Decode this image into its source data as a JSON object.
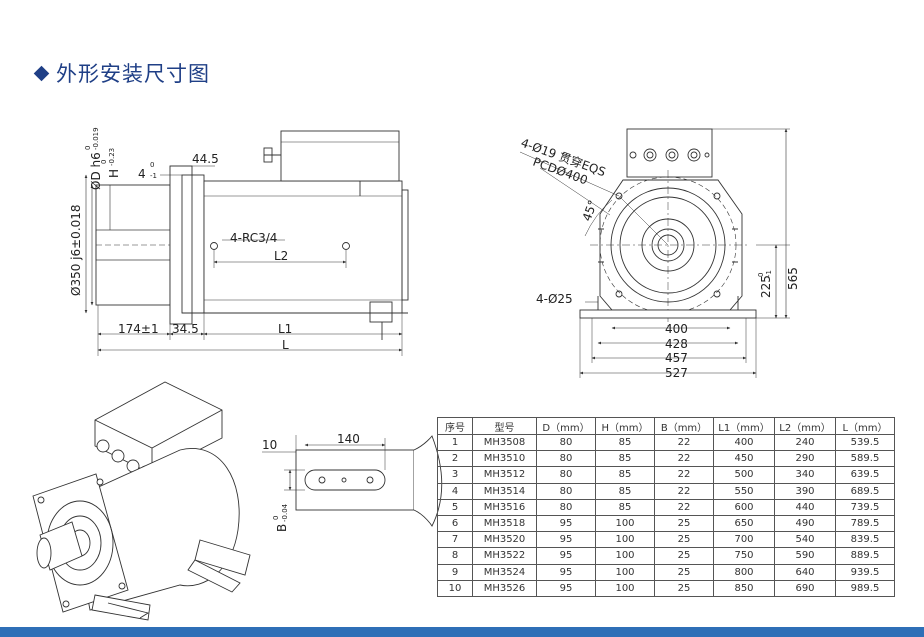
{
  "heading": {
    "title": "外形安装尺寸图"
  },
  "side_view": {
    "shaft_dia_label": "ØD h6",
    "shaft_dia_tol_upper": "0",
    "shaft_dia_tol_lower": "-0.019",
    "key_h_label": "H",
    "key_h_tol_upper": "0",
    "key_h_tol_lower": "-0.23",
    "flange_step_label": "4",
    "flange_step_tol_upper": "0",
    "flange_step_tol_lower": "-1",
    "dim_44_5": "44.5",
    "spigot_label": "Ø350 j6±0.018",
    "tap_label": "4-RC3/4",
    "l2_label": "L2",
    "dim_174": "174±1",
    "dim_34_5": "34.5",
    "l1_label": "L1",
    "l_label": "L"
  },
  "front_view": {
    "holes_label": "4-Ø19 贯穿EQS",
    "pcd_label": "PCDØ400",
    "angle_label": "45°",
    "foot_holes_label": "4-Ø25",
    "height_225": "225",
    "height_225_tol_upper": "0",
    "height_225_tol_lower": "-1",
    "height_565": "565",
    "width_400": "400",
    "width_428": "428",
    "width_457": "457",
    "width_527": "527"
  },
  "key_detail": {
    "dim_10": "10",
    "dim_140": "140",
    "b_label": "B",
    "b_tol_upper": "0",
    "b_tol_lower": "-0.04"
  },
  "spec_table": {
    "headers": [
      "序号",
      "型号",
      "D（mm）",
      "H（mm）",
      "B（mm）",
      "L1（mm）",
      "L2（mm）",
      "L（mm）"
    ],
    "rows": [
      [
        "1",
        "MH3508",
        "80",
        "85",
        "22",
        "400",
        "240",
        "539.5"
      ],
      [
        "2",
        "MH3510",
        "80",
        "85",
        "22",
        "450",
        "290",
        "589.5"
      ],
      [
        "3",
        "MH3512",
        "80",
        "85",
        "22",
        "500",
        "340",
        "639.5"
      ],
      [
        "4",
        "MH3514",
        "80",
        "85",
        "22",
        "550",
        "390",
        "689.5"
      ],
      [
        "5",
        "MH3516",
        "80",
        "85",
        "22",
        "600",
        "440",
        "739.5"
      ],
      [
        "6",
        "MH3518",
        "95",
        "100",
        "25",
        "650",
        "490",
        "789.5"
      ],
      [
        "7",
        "MH3520",
        "95",
        "100",
        "25",
        "700",
        "540",
        "839.5"
      ],
      [
        "8",
        "MH3522",
        "95",
        "100",
        "25",
        "750",
        "590",
        "889.5"
      ],
      [
        "9",
        "MH3524",
        "95",
        "100",
        "25",
        "800",
        "640",
        "939.5"
      ],
      [
        "10",
        "MH3526",
        "95",
        "100",
        "25",
        "850",
        "690",
        "989.5"
      ]
    ]
  },
  "colors": {
    "accent": "#1f3f86",
    "footer_bar": "#2e6fb7",
    "line": "#333333"
  }
}
